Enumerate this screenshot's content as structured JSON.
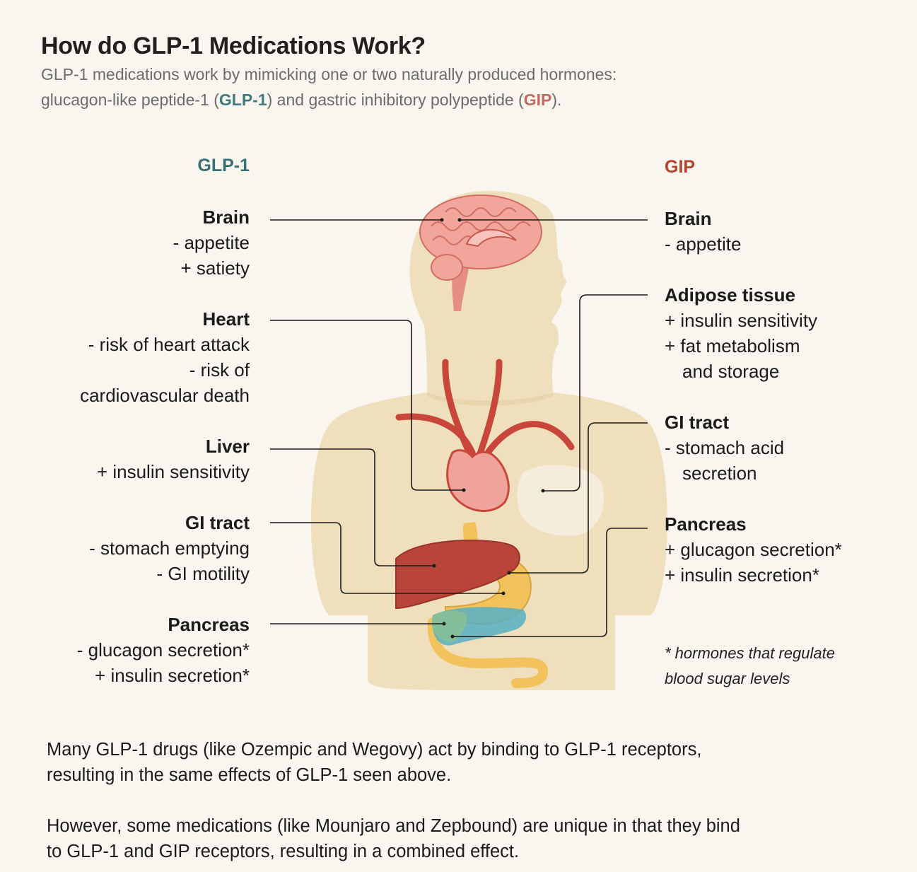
{
  "title": "How do GLP-1 Medications Work?",
  "subtitle": {
    "line1": "GLP-1 medications work by mimicking one or two naturally produced hormones:",
    "line2_a": "glucagon-like peptide-1 (",
    "line2_glp": "GLP-1",
    "line2_b": ") and gastric inhibitory polypeptide (",
    "line2_gip": "GIP",
    "line2_c": ")."
  },
  "glp1": {
    "heading": "GLP-1",
    "brain": {
      "name": "Brain",
      "effects": [
        "- appetite",
        "+ satiety"
      ]
    },
    "heart": {
      "name": "Heart",
      "effects": [
        "- risk of heart attack",
        "- risk of",
        "cardiovascular death"
      ]
    },
    "liver": {
      "name": "Liver",
      "effects": [
        "+ insulin sensitivity"
      ]
    },
    "gi": {
      "name": "GI tract",
      "effects": [
        "- stomach emptying",
        "- GI motility"
      ]
    },
    "pancreas": {
      "name": "Pancreas",
      "effects": [
        "- glucagon secretion*",
        "+ insulin secretion*"
      ]
    }
  },
  "gip": {
    "heading": "GIP",
    "brain": {
      "name": "Brain",
      "effects": [
        "- appetite"
      ]
    },
    "adipose": {
      "name": "Adipose tissue",
      "effects": [
        "+ insulin sensitivity",
        "+ fat metabolism",
        "and storage"
      ]
    },
    "gi": {
      "name": "GI tract",
      "effects": [
        "- stomach acid",
        "secretion"
      ]
    },
    "pancreas": {
      "name": "Pancreas",
      "effects": [
        "+ glucagon secretion*",
        "+ insulin secretion*"
      ]
    }
  },
  "footnote": {
    "line1": "* hormones that regulate",
    "line2": "blood sugar levels"
  },
  "paragraphs": {
    "p1_line1": "Many GLP-1 drugs (like Ozempic and Wegovy) act by binding to GLP-1 receptors,",
    "p1_line2": "resulting in the same effects of GLP-1 seen above.",
    "p2_line1": "However, some medications (like Mounjaro and Zepbound) are unique in that they bind",
    "p2_line2": "to GLP-1 and GIP receptors, resulting in a combined effect."
  },
  "colors": {
    "background": "#f9f5ef",
    "glp1": "#3a6f73",
    "gip": "#b3432f",
    "body_silhouette": "#efdfbd",
    "brain": "#f0a39b",
    "heart_vessels": "#c8463a",
    "liver": "#b9443a",
    "stomach": "#f2c35c",
    "pancreas": "#56b0c4"
  }
}
